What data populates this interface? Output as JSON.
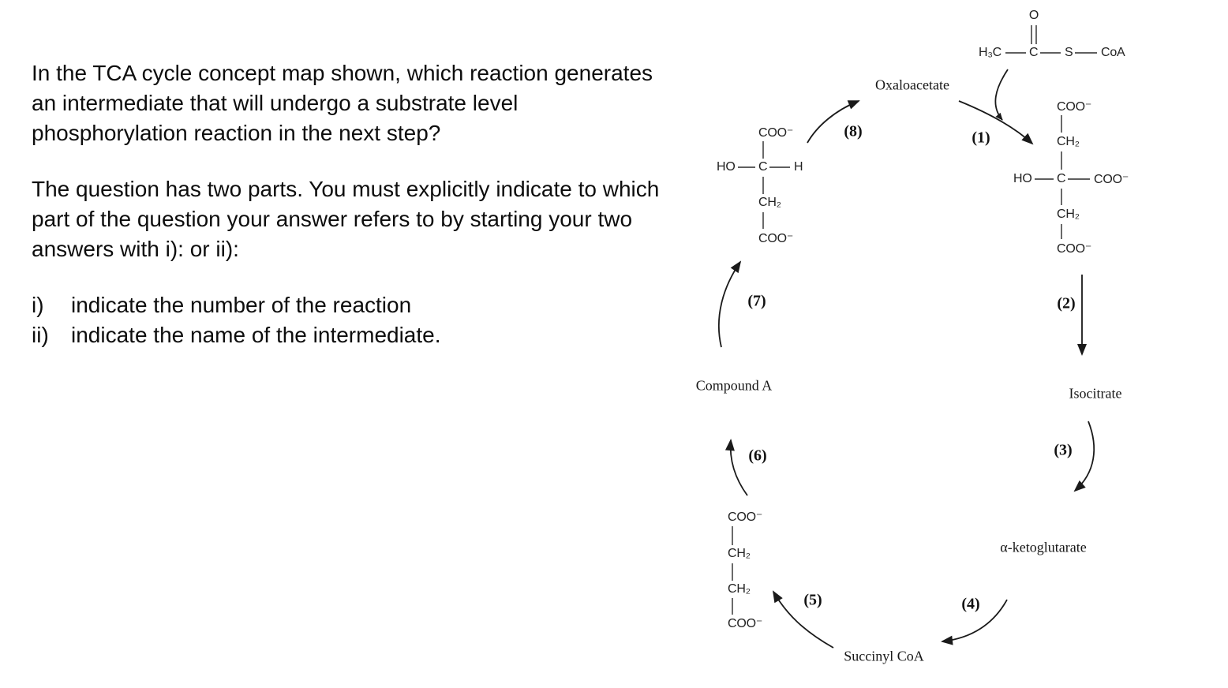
{
  "colors": {
    "background": "#ffffff",
    "ink": "#1a1a1a"
  },
  "question": {
    "p1_lines": [
      "In the TCA cycle concept map shown, which reaction generates",
      "an intermediate that will undergo a substrate level",
      "phosphorylation reaction in the next step?"
    ],
    "p2_lines": [
      "The question has two parts. You must explicitly indicate to which",
      "part of the question your answer refers to by starting your two",
      "answers with i): or ii):"
    ],
    "items": [
      {
        "label": "i)",
        "text": "indicate the number of the reaction"
      },
      {
        "label": "ii)",
        "text": "indicate the name of the intermediate."
      }
    ]
  },
  "diagram": {
    "labels": {
      "oxaloacetate": "Oxaloacetate",
      "isocitrate": "Isocitrate",
      "alpha_ketoglutarate": "α-ketoglutarate",
      "succinyl_coa": "Succinyl CoA",
      "compound_a": "Compound A"
    },
    "reactions": [
      "(1)",
      "(2)",
      "(3)",
      "(4)",
      "(5)",
      "(6)",
      "(7)",
      "(8)"
    ],
    "structures": {
      "acetyl_coa": {
        "o": "O",
        "h3c": "H₃C",
        "c": "C",
        "s": "S",
        "coa": "CoA"
      },
      "citrate": {
        "coo_top": "COO⁻",
        "ch2_top": "CH₂",
        "ho": "HO",
        "c": "C",
        "coo_right": "COO⁻",
        "ch2_bottom": "CH₂",
        "coo_bottom": "COO⁻"
      },
      "malate": {
        "coo_top": "COO⁻",
        "ho": "HO",
        "c": "C",
        "h": "H",
        "ch2": "CH₂",
        "coo_bottom": "COO⁻"
      },
      "succinate": {
        "coo_top": "COO⁻",
        "ch2_upper": "CH₂",
        "ch2_lower": "CH₂",
        "coo_bottom": "COO⁻"
      }
    }
  }
}
